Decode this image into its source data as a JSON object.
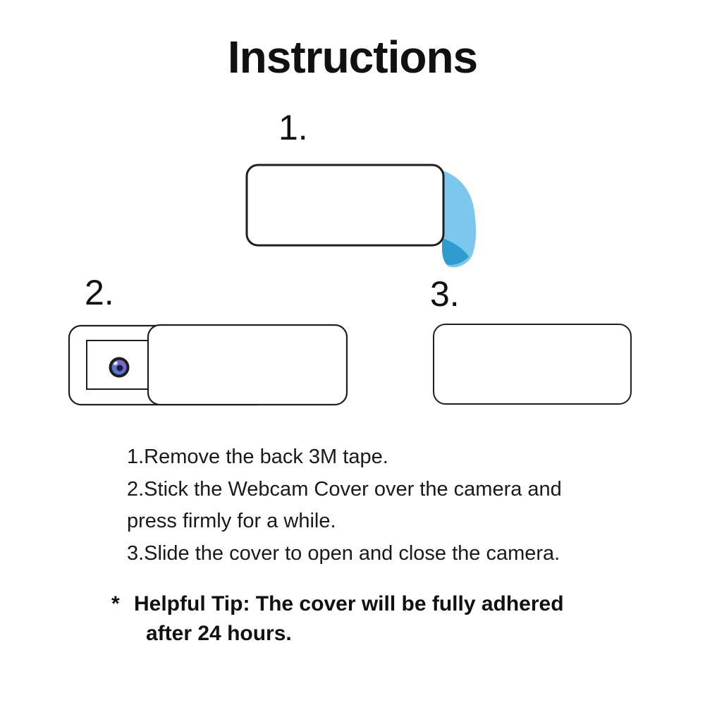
{
  "title": "Instructions",
  "steps": [
    {
      "label": "1."
    },
    {
      "label": "2."
    },
    {
      "label": "3."
    }
  ],
  "instructions": [
    "1.Remove the back 3M tape.",
    "2.Stick the Webcam Cover over the camera and",
    "press firmly for a while.",
    "3.Slide the cover to open and close the camera."
  ],
  "tip": {
    "marker": "*",
    "line1": "Helpful Tip: The cover will be fully adhered",
    "line2": "after 24 hours."
  },
  "colors": {
    "text": "#1a1a1a",
    "outline": "#1f1f1f",
    "tape_light": "#7CC7EC",
    "tape_dark": "#2E9CCE",
    "lens_ring": "#1c1c1c",
    "lens_blue": "#3E7FD8",
    "lens_purple": "#8A5EC8",
    "lens_center": "#181232"
  }
}
